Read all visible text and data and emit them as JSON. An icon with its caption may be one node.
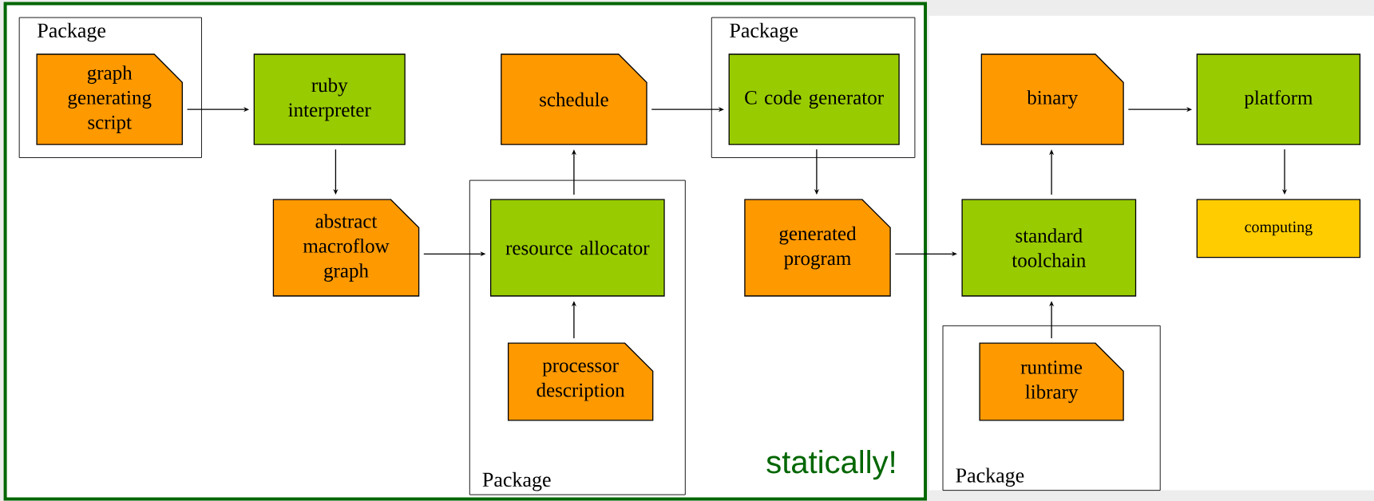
{
  "diagram": {
    "nodes": [
      {
        "text": [
          "statically!"
        ]
      },
      {
        "text": [
          "Package"
        ],
        "in": 0
      },
      {
        "text": [
          "graph generating script"
        ],
        "in": 1
      },
      {
        "text": [
          "ruby interpreter"
        ],
        "in": 0
      },
      {
        "text": [
          "abstract macroflow graph"
        ],
        "in": 0
      },
      {
        "text": [
          "Package"
        ],
        "in": 0
      },
      {
        "text": [
          "resource allocator"
        ],
        "in": 5
      },
      {
        "text": [
          "processor description"
        ],
        "in": 5
      },
      {
        "text": [
          "schedule"
        ],
        "in": 0
      },
      {
        "text": [
          "Package"
        ],
        "in": 0
      },
      {
        "text": [
          "C code generator"
        ],
        "in": 9
      },
      {
        "text": [
          "generated program"
        ],
        "in": 0
      },
      {
        "text": [
          "standard toolchain"
        ]
      },
      {
        "text": [
          "Package"
        ]
      },
      {
        "text": [
          "runtime library"
        ],
        "in": 13
      },
      {
        "text": [
          "binary"
        ]
      },
      {
        "text": [
          "platform"
        ]
      },
      {
        "text": [
          "computing"
        ]
      }
    ],
    "edges": [
      {
        "from": 2,
        "to": 3,
        "arrow": "to"
      },
      {
        "from": 3,
        "to": 4,
        "arrow": "to"
      },
      {
        "from": 4,
        "to": 6,
        "arrow": "to"
      },
      {
        "from": 7,
        "to": 6,
        "arrow": "to"
      },
      {
        "from": 6,
        "to": 8,
        "arrow": "to"
      },
      {
        "from": 8,
        "to": 10,
        "arrow": "to"
      },
      {
        "from": 10,
        "to": 11,
        "arrow": "to"
      },
      {
        "from": 11,
        "to": 12,
        "arrow": "to"
      },
      {
        "from": 14,
        "to": 12,
        "arrow": "to"
      },
      {
        "from": 12,
        "to": 15,
        "arrow": "to"
      },
      {
        "from": 15,
        "to": 16,
        "arrow": "to"
      },
      {
        "from": 16,
        "to": 17,
        "arrow": "to"
      }
    ]
  }
}
